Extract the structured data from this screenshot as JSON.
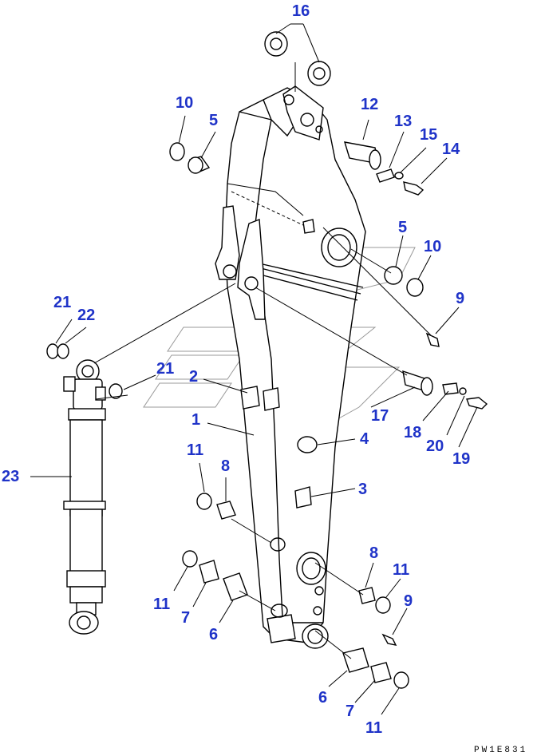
{
  "callouts": {
    "c1": "1",
    "c2": "2",
    "c3": "3",
    "c4": "4",
    "c5a": "5",
    "c5b": "5",
    "c6a": "6",
    "c6b": "6",
    "c7a": "7",
    "c7b": "7",
    "c8a": "8",
    "c8b": "8",
    "c9a": "9",
    "c9b": "9",
    "c10a": "10",
    "c10b": "10",
    "c11a": "11",
    "c11b": "11",
    "c11c": "11",
    "c11d": "11",
    "c12": "12",
    "c13": "13",
    "c14": "14",
    "c15": "15",
    "c16": "16",
    "c17": "17",
    "c18": "18",
    "c19": "19",
    "c20": "20",
    "c21a": "21",
    "c21b": "21",
    "c22": "22",
    "c23": "23"
  },
  "drawing_code": "PW1E831",
  "colors": {
    "callout": "#1f33c8",
    "line": "#000000"
  }
}
